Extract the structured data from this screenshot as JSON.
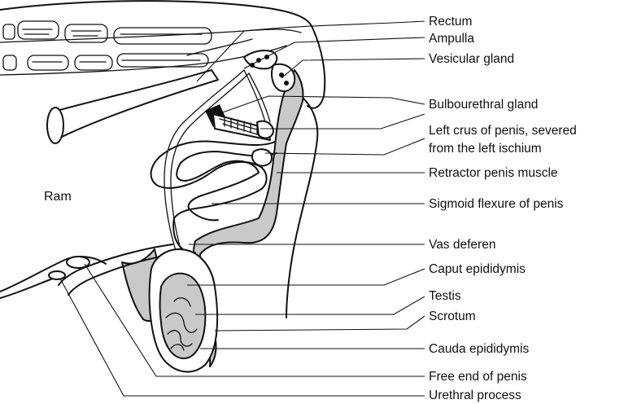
{
  "figure": {
    "animal_label": "Ram",
    "labels": [
      {
        "id": "rectum",
        "text": "Rectum"
      },
      {
        "id": "ampulla",
        "text": "Ampulla"
      },
      {
        "id": "vesicular-gland",
        "text": "Vesicular gland"
      },
      {
        "id": "bulbourethral-gland",
        "text": "Bulbourethral gland"
      },
      {
        "id": "left-crus-1",
        "text": "Left crus of penis, severed"
      },
      {
        "id": "left-crus-2",
        "text": "from the left ischium"
      },
      {
        "id": "retractor-penis-muscle",
        "text": "Retractor penis muscle"
      },
      {
        "id": "sigmoid-flexure",
        "text": "Sigmoid flexure of penis"
      },
      {
        "id": "vas-deferen",
        "text": "Vas deferen"
      },
      {
        "id": "caput-epididymis",
        "text": "Caput epididymis"
      },
      {
        "id": "testis",
        "text": "Testis"
      },
      {
        "id": "scrotum",
        "text": "Scrotum"
      },
      {
        "id": "cauda-epididymis",
        "text": "Cauda epididymis"
      },
      {
        "id": "free-end-of-penis",
        "text": "Free end of penis"
      },
      {
        "id": "urethral-process",
        "text": "Urethral process"
      }
    ]
  }
}
